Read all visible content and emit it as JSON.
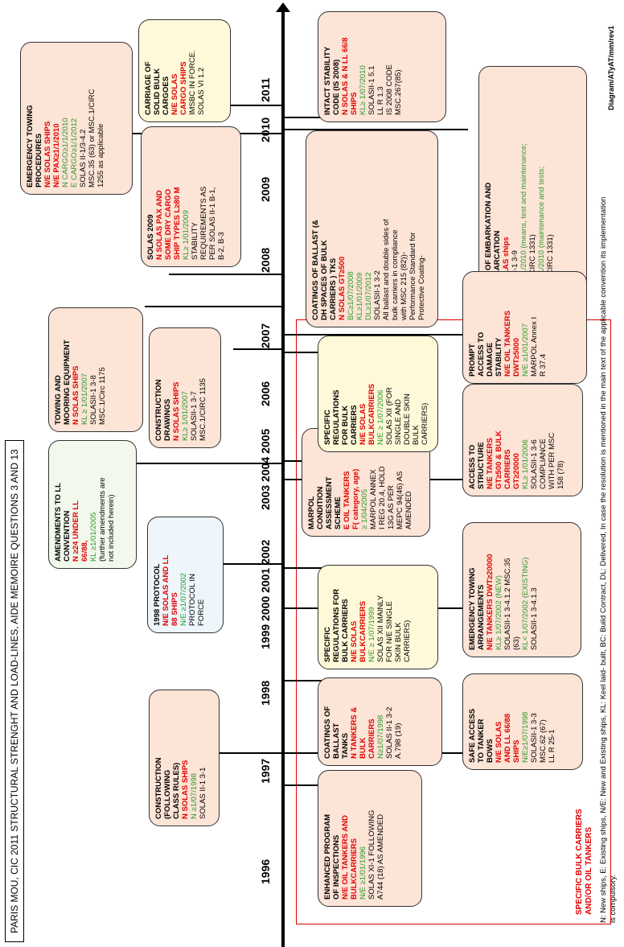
{
  "title": "PARIS MOU, CIC 2011 STRUCTURAL STRENGHT AND LOAD-LINES, AIDE MEMOIRE QUESTIONS 3 AND 13",
  "years": [
    "1996",
    "1997",
    "1998",
    "1999 2000 2001 2002",
    "2003 2004 2005",
    "2006",
    "2007",
    "2008",
    "2009",
    "2010",
    "2011"
  ],
  "special_label": [
    "SPECIFIC BULK CARRIERS",
    "AND/OR OIL TANKERS"
  ],
  "footnote": [
    "N: New ships, E: Existing ships, N/E: New and Existing ships, KL: Keel laid- built, BC: Build Contract, DL: Delivered,  In case the resolution is mentioned in the main text of the applicable convention its implementation",
    "is compulsory."
  ],
  "diagram_ref": "Diagram/ATyAT/mm/rev1",
  "boxes": {
    "construction": {
      "title": [
        "CONSTRUCTION",
        "(FOLLOWING",
        "CLASS RULES)"
      ],
      "red": [
        "N SOLAS SHIPS"
      ],
      "green": [
        "N ≥1/07/1998"
      ],
      "black": [
        "SOLAS II-1 3-1"
      ]
    },
    "protocol1998": {
      "title": [
        "1998 PROTOCOL"
      ],
      "red": [
        "N/E SOLAS AND LL",
        "88 SHIPS"
      ],
      "green": [
        "N/E ≥1/07/2002"
      ],
      "black": [
        "PROTOCOL IN",
        "FORCE"
      ]
    },
    "amend_ll": {
      "title": [
        "AMENDMENTS TO LL",
        "CONVENTION"
      ],
      "red": [
        "N  ≥24 UNDER LL",
        "66/88,"
      ],
      "green": [
        "KL ≥1/01/2005"
      ],
      "black": [
        "(further amendments are",
        "not included herein)"
      ]
    },
    "towing_mooring": {
      "title": [
        "TOWING AND",
        "MOORING EQUIPMENT"
      ],
      "red": [
        "N SOLAS SHIPS"
      ],
      "green": [
        "KL ≥ 1/01/2007"
      ],
      "black": [
        "SOLASII-1 3-8",
        "MSC.1/Circ 1175"
      ]
    },
    "construction_drawings": {
      "title": [
        "CONSTRUCTION",
        "DRAWINGS"
      ],
      "red": [
        "N SOLAS SHIPS"
      ],
      "green": [
        "KL≥ 1/01/2007"
      ],
      "black": [
        "SOLASII-1 3-7",
        "MSC.1/CIRC 1135"
      ]
    },
    "solas2009": {
      "title": [
        "SOLAS 2009"
      ],
      "red": [
        "N SOLAS PAX AND",
        "SOME DRY CARGO",
        "SHIP TYPES  L≥80 M"
      ],
      "green": [
        "KL≥ 1/01/2009"
      ],
      "black": [
        "STABILITY",
        "REQUIREMENTS AS",
        "PER SOLAS II-1 B-1,",
        "B-2, B-3"
      ]
    },
    "emergency_towing_proc": {
      "title": [
        "EMERGENCY TOWING",
        "PROCEDURES"
      ],
      "red": [
        "N/E SOLAS SHIPS",
        "N/E PAX≥1/1/2010"
      ],
      "green": [
        "N CARGO≥1/1/2010",
        "E CARGO≥1/1/2012"
      ],
      "black": [
        "SOLAS II-1/3-4.2",
        "MSC.35 (63) or MSC.1/CIRC",
        "1255 as applicable"
      ]
    },
    "solid_bulk": {
      "title": [
        "CARRIAGE OF",
        "SOLID BULK",
        "CARGOES"
      ],
      "red": [
        "N/E SOLAS",
        "CARGO SHIPS"
      ],
      "green": [],
      "black": [
        "IMSBC IN FORCE.",
        "SOLAS VI 1.2"
      ]
    },
    "coatings_ballast_dh": {
      "title": [
        "COATINGS OF BALLAST (&",
        "DH SPACES OF BULK",
        "CARRIERS ) TKS"
      ],
      "red": [
        "N SOLAS GT≥500"
      ],
      "green": [
        "BC≥1/07/2008",
        "KL≥1/01/2009",
        "DL≥1/07/2012"
      ],
      "black": [
        "SOLASII-1 3-2",
        "All ballast and double sides of",
        "bulk carriers in compliance",
        "with MSC 215 (82))-",
        "Performance Standard for",
        "Protective Coating-"
      ]
    },
    "intact_stability": {
      "title": [
        "INTACT STABILITY",
        "CODE (IS 2008)"
      ],
      "red": [
        "N SOLAS & N LL 66/8",
        "SHIPS"
      ],
      "green": [
        "KL≥ 1/07/2010"
      ],
      "black": [
        "SOLASII-1 5.1",
        "LL R 1.3",
        "IS 2008 CODE",
        "MSC.267(85)"
      ]
    },
    "embarkation": {
      "title": [
        "MEANS OF EMBARKATION AND",
        "DISEMBARCATION"
      ],
      "red": [
        "N/E SOLAS ships"
      ],
      "green": [],
      "black": [
        "SOLASII-1 3-9"
      ],
      "green2": [
        "KL≥ 1/01/2010 (means, test and maintenance;",
        "MSC.1/CIRC 1331)",
        "KL< 1/01/2010 (maintenance and tests;",
        "MSC.1/CIRC 1331)"
      ]
    },
    "enhanced_program": {
      "title": [
        "ENHANCED PROGRAM",
        "OF INSPECTIONS"
      ],
      "red": [
        "N/E OIL TANKERS AND",
        "BULKCARRIERS"
      ],
      "green": [
        "N/E ≥1/01/1996"
      ],
      "black": [
        "SOLAS XI-1 FOLLOWING",
        "A744 (18) AS AMENDED"
      ]
    },
    "coatings_ballast_tanks": {
      "title": [
        "COATINGS OF",
        "BALLAST",
        "TANKS"
      ],
      "red": [
        "N TANKERS &",
        "BULK",
        "CARRIERS"
      ],
      "green": [
        "N≥1/07/1998"
      ],
      "black": [
        "SOLAS II-1 3-2",
        "A.798 (19)"
      ]
    },
    "safe_access": {
      "title": [
        "SAFE ACCESS",
        "TO TANKER",
        "BOWS"
      ],
      "red": [
        "N/E SOLAS",
        "AND LL 66/88",
        "SHIPS"
      ],
      "green": [
        "N/E≥1/07/1998"
      ],
      "black": [
        "SOLASII-1 3-3",
        "MSC.62 (67)",
        "LL R 25-1"
      ]
    },
    "specific_bulk_1999": {
      "title": [
        "SPECIFIC",
        "REGULATIONS FOR",
        "BULK CARRIERS"
      ],
      "red": [
        "N/E SOLAS",
        "BULKCARRIERS"
      ],
      "green": [
        "N/E ≥ 1/07/1999"
      ],
      "black": [
        "SOLAS XII MAINLY",
        "FOR N/E SINGLE",
        "SKIN BULK",
        "CARRIERS)"
      ]
    },
    "emergency_towing_arr": {
      "title": [
        "EMERGENCY TOWING",
        "ARRANGEMENTS"
      ],
      "red": [
        "N/E TANKERS DWT≥20000"
      ],
      "green": [
        "KL≥ 1/07/2002 (NEW)"
      ],
      "black": [
        "SOLASII-1 3-4.1.2  MSC.35",
        "(63)"
      ],
      "green2": [
        "KL< 1/07/2002  (EXISTING)"
      ],
      "black2": [
        "SOLASII-1 3-4.1.3"
      ]
    },
    "marpol_cas": {
      "title": [
        "MARPOL",
        "CONDITION",
        "ASSESSMENT",
        "SCHEME"
      ],
      "red": [
        "E OIL TANKERS",
        "F( category, age)"
      ],
      "green": [
        "≥ 1/04/2005"
      ],
      "black": [
        "MARPOL ANNEX",
        "I REG 20.4, HOLD",
        "13G AS PER",
        "MEPC 94(46)  AS",
        "AMENDED"
      ]
    },
    "access_structure": {
      "title": [
        "ACCESS TO",
        "STRUCTURE"
      ],
      "red": [
        "N/E TANKERS",
        "GT≥500 & BULK",
        "CARRIERS",
        "GT≥20000"
      ],
      "green": [
        "KL≥ 1/01/2006"
      ],
      "black": [
        "SOLASII-1 3-6",
        "COMPLIANCE",
        "WITH PER MSC",
        "158 (78)"
      ]
    },
    "specific_bulk_2006": {
      "title": [
        "SPECIFIC",
        "REGULATIONS",
        "FOR BULK",
        "CARRIERS"
      ],
      "red": [
        "N/E SOLAS",
        "BULKCARRIERS"
      ],
      "green": [
        "N/E ≥ 1/07/2006"
      ],
      "black": [
        "SOLAS XII (FOR",
        "SINGLE AND",
        "DOUBLE SKIN",
        "BULK",
        "CARRIERS)"
      ]
    },
    "prompt_access": {
      "title": [
        "PROMPT",
        "ACCESS TO",
        "DAMAGE",
        "STABILITY"
      ],
      "red": [
        "N/E OIL TANKERS",
        "DWT≥5000"
      ],
      "green": [
        "N/E ≥1/01/2007"
      ],
      "black": [
        "MARPOL Annex I",
        "R 37.4"
      ]
    }
  }
}
